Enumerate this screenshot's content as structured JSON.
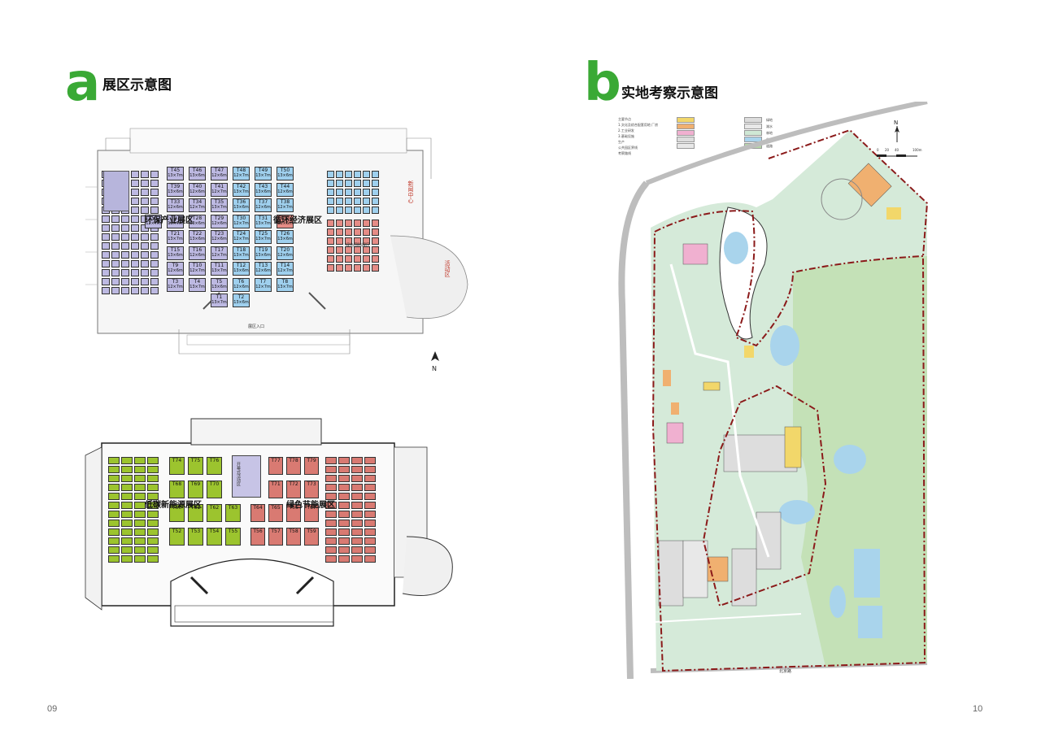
{
  "left_page": {
    "badge": "a",
    "title": "展区示意图",
    "page_number": "09",
    "plan_a": {
      "zone_env": "环保产业展区",
      "zone_circ": "循环经济展区",
      "news_center": "新闻中心",
      "activity_area": "活动区",
      "green_intl": "绿色国际展区",
      "entrance": "展区入口",
      "north": "N",
      "rows": [
        [
          "T45",
          "T46",
          "T47",
          "T48",
          "T49",
          "T50"
        ],
        [
          "T39",
          "T40",
          "T41",
          "T42",
          "T43",
          "T44"
        ],
        [
          "T33",
          "T34",
          "T35",
          "T36",
          "T37",
          "T38"
        ],
        [
          "T51",
          "T27",
          "T28",
          "T29",
          "T30",
          "T31",
          "T32"
        ],
        [
          "T21",
          "T22",
          "T23",
          "T24",
          "T25",
          "T26"
        ],
        [
          "T15",
          "T16",
          "T17",
          "T18",
          "T19",
          "T20"
        ],
        [
          "T9",
          "T10",
          "T11",
          "T12",
          "T13",
          "T14"
        ],
        [
          "T3",
          "T4",
          "T5",
          "T6",
          "T7",
          "T8"
        ],
        [
          "T1",
          "T2"
        ]
      ],
      "sizes": [
        "13×7m",
        "13×6m",
        "12×6m",
        "12×7m",
        "9×6m"
      ]
    },
    "plan_b": {
      "zone_low": "低碳新能源展区",
      "zone_green": "绿色节能展区",
      "center_area": "开幕式活动区",
      "green_ids": [
        "T74",
        "T75",
        "T76",
        "T68",
        "T69",
        "T70",
        "T60",
        "T61",
        "T62",
        "T63",
        "T52",
        "T53",
        "T54",
        "T55"
      ],
      "red_ids": [
        "T77",
        "T78",
        "T79",
        "T71",
        "T72",
        "T73",
        "T64",
        "T65",
        "T66",
        "T67",
        "T56",
        "T57",
        "T58",
        "T59"
      ]
    }
  },
  "right_page": {
    "badge": "b",
    "title": "实地考察示意图",
    "page_number": "10",
    "north": "N",
    "scale": [
      "0",
      "20",
      "40",
      "100m"
    ],
    "road_bottom": "北京路",
    "legend": {
      "items_left": [
        "主要节点",
        "1.文化及综合配套用地 厂房",
        "2.工业研发",
        "3.基础设施",
        "生产",
        "公共园区界线",
        "考察路线"
      ],
      "items_right": [
        "绿地",
        "湖水",
        "林地",
        "林地",
        "道路"
      ],
      "colors": [
        "#f2d76a",
        "#f0b070",
        "#f0b0d0",
        "#dddddd",
        "#e8e8e8",
        "#cfe8d5",
        "#a9d4ec",
        "#b5d8a8"
      ]
    }
  }
}
